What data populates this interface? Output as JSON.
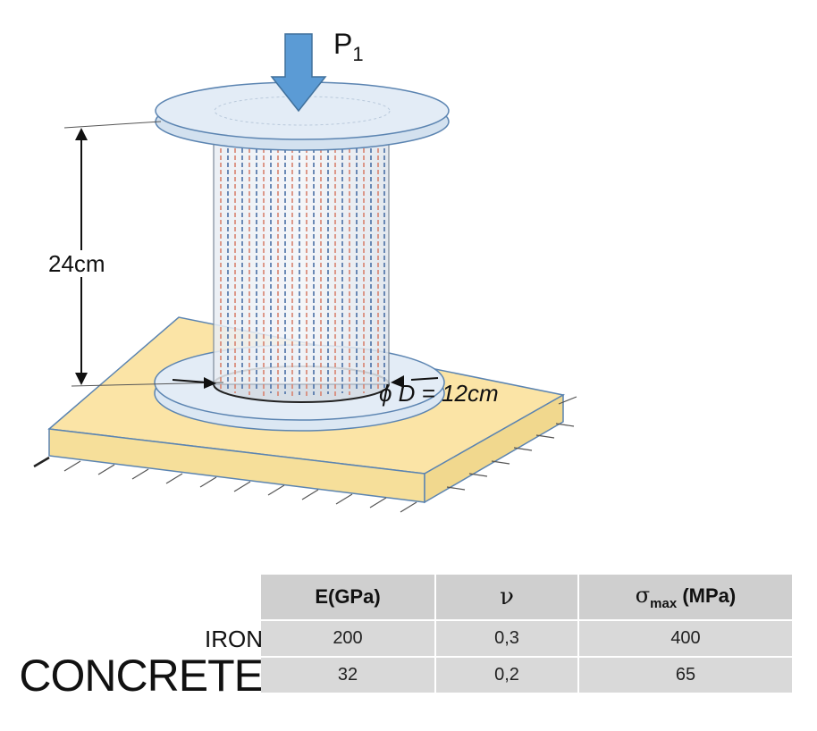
{
  "diagram": {
    "load_label": "P",
    "load_subscript": "1",
    "height_label": "24cm",
    "diameter_label": "ϕ D = 12cm"
  },
  "table": {
    "headers": {
      "col1": "E(GPa)",
      "col2_symbol": "ν",
      "col3_symbol": "σ",
      "col3_subscript": "max",
      "col3_unit": "(MPa)"
    },
    "rows": [
      {
        "label": "IRON",
        "E": "200",
        "nu": "0,3",
        "sigma_max": "400"
      },
      {
        "label": "CONCRETE",
        "E": "32",
        "nu": "0,2",
        "sigma_max": "65"
      }
    ]
  },
  "colors": {
    "plate_fill": "#dbe7f3",
    "plate_stroke": "#5b84b1",
    "arrow": "#5b9bd5",
    "base_top": "#fbe4a6",
    "base_stroke": "#5b84b1",
    "rebar_red": "#d8826e",
    "rebar_blue": "#4a6fa5",
    "table_header": "#cfcfcf",
    "table_cell": "#d9d9d9"
  }
}
